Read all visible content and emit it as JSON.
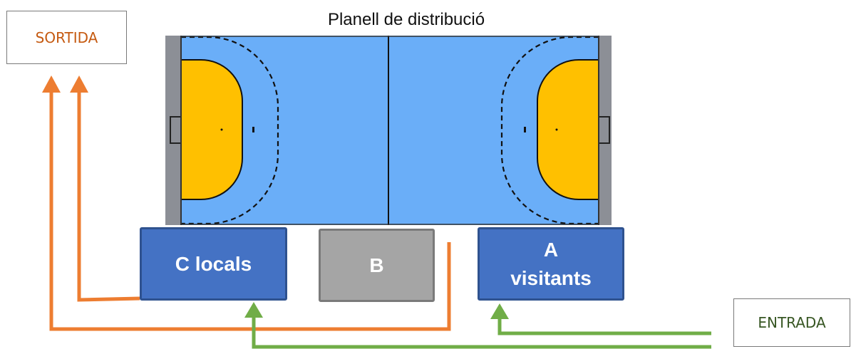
{
  "title": "Planell de distribució",
  "exit_label": "SORTIDA",
  "entry_label": "ENTRADA",
  "zones": {
    "c": "C locals",
    "b": "B",
    "a_line1": "A",
    "a_line2": "visitants"
  },
  "colors": {
    "court": "#6aaef8",
    "goal_area": "#ffc000",
    "frame": "#8c8f96",
    "zone_blue": "#4472c4",
    "zone_gray": "#a5a5a5",
    "exit_arrow": "#ed7d31",
    "entry_arrow": "#70ad47"
  }
}
